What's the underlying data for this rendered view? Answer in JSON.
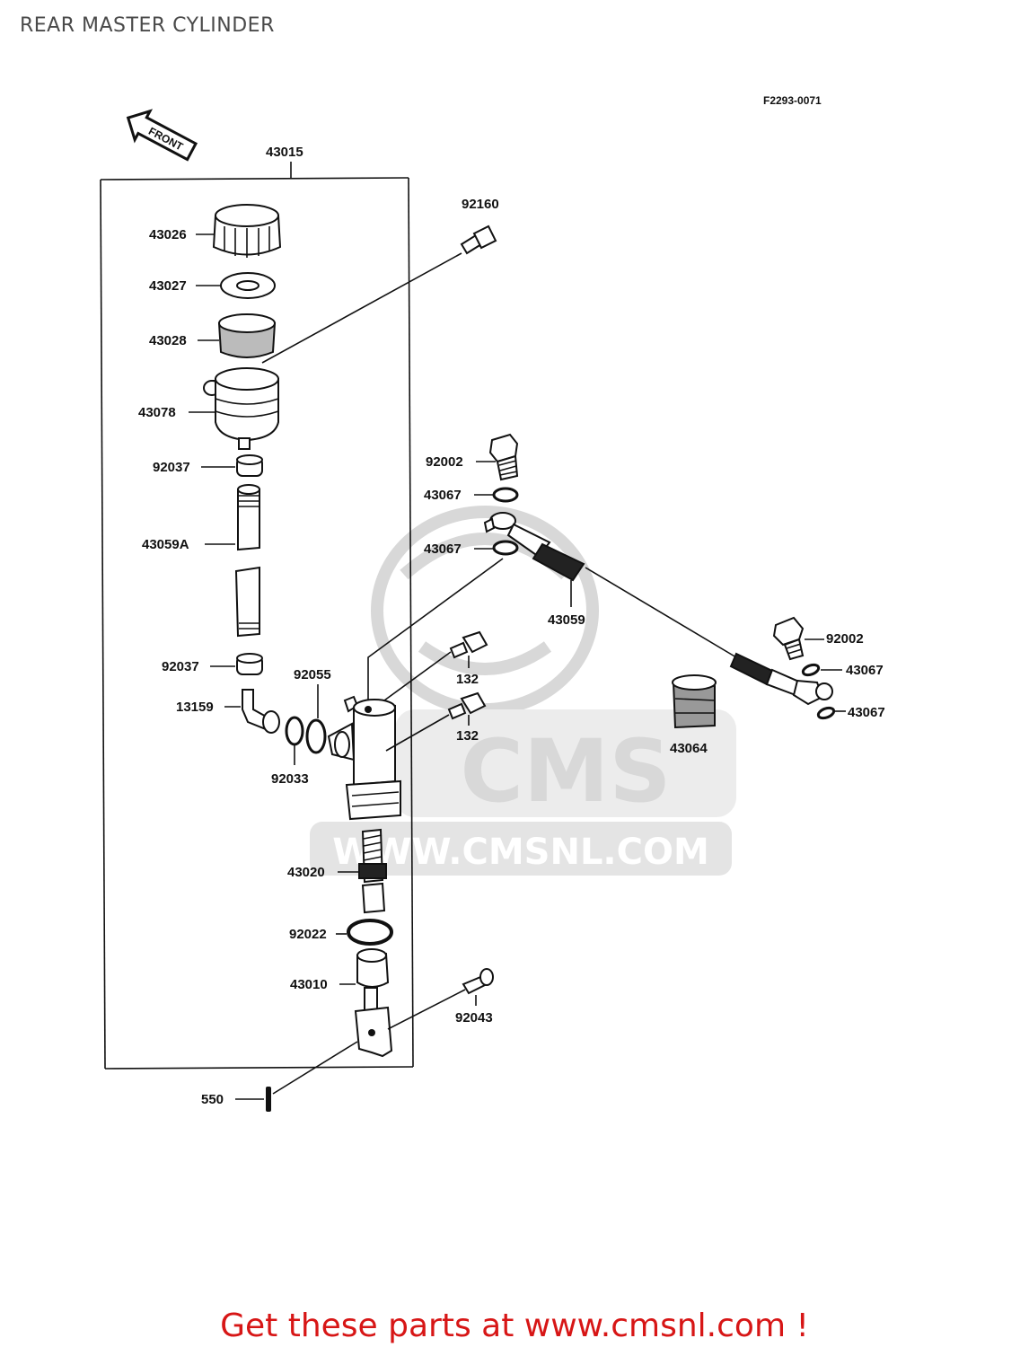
{
  "page": {
    "title": "REAR MASTER CYLINDER"
  },
  "diagram": {
    "code": "F2293-0071",
    "front_arrow_label": "FRONT",
    "watermark": {
      "brand": "CMS",
      "site": "WWW.CMSNL.COM"
    },
    "parts": {
      "p43015": "43015",
      "p43026": "43026",
      "p43027": "43027",
      "p43028": "43028",
      "p43078": "43078",
      "p92037_top": "92037",
      "p43059a": "43059A",
      "p92037_bottom": "92037",
      "p13159": "13159",
      "p92055": "92055",
      "p92033": "92033",
      "p43020": "43020",
      "p92022": "92022",
      "p43010": "43010",
      "p550": "550",
      "p92160": "92160",
      "p92002_top": "92002",
      "p43067_a": "43067",
      "p43067_b": "43067",
      "p43059": "43059",
      "p132_a": "132",
      "p132_b": "132",
      "p92002_right": "92002",
      "p43067_c": "43067",
      "p43067_d": "43067",
      "p43064": "43064",
      "p92043": "92043"
    }
  },
  "footer": {
    "link_text": "Get these parts at www.cmsnl.com !"
  }
}
